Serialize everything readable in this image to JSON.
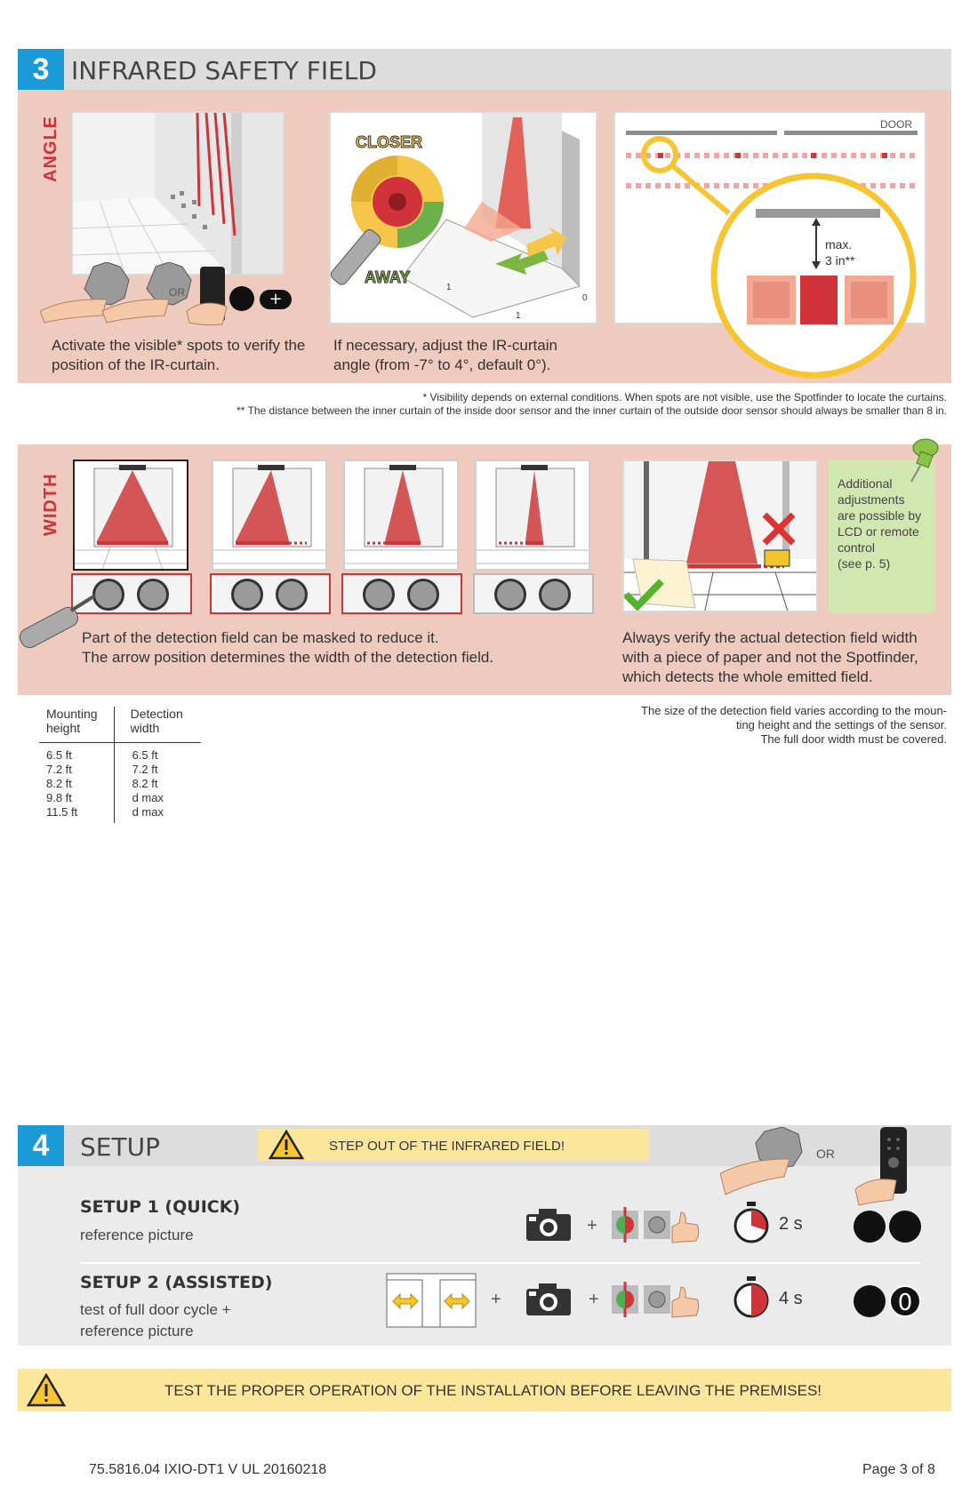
{
  "section3": {
    "number": "3",
    "title": "INFRARED SAFETY FIELD",
    "angle": {
      "label": "ANGLE",
      "or_label": "OR",
      "caption1": [
        "Activate the visible* spots to verify the",
        "position of the IR-curtain."
      ],
      "caption2": [
        "If necessary, adjust the IR-curtain",
        "angle (from -7° to 4°, default 0°)."
      ],
      "closer_label": "CLOSER",
      "away_label": "AWAY",
      "door_label": "DOOR",
      "max_label": "max.",
      "max_value": "3 in**",
      "axis_labels": [
        "1",
        "1",
        "0"
      ]
    },
    "notes": [
      "* Visibility depends on external conditions. When spots are not visible, use the Spotfinder to locate the curtains.",
      "** The distance between the inner curtain of the inside door sensor and the inner curtain of the outside door sensor should always be smaller than 8 in."
    ],
    "width": {
      "label": "WIDTH",
      "caption1": [
        "Part of the detection field can be masked to reduce it.",
        "The arrow position determines the width of the detection field."
      ],
      "caption2": [
        "Always verify the actual detection field width",
        "with a piece of paper and not the Spotfinder,",
        "which detects the whole emitted field."
      ],
      "green_note": [
        "Additional",
        "adjustments",
        "are possible by",
        "LCD or remote",
        "control",
        "(see p. 5)"
      ],
      "size_note": [
        "The size of the detection field varies according to the moun-",
        "ting height and the settings of the sensor.",
        "The full door width must be covered."
      ]
    },
    "table": {
      "col1_header": [
        "Mounting",
        "height"
      ],
      "col2_header": [
        "Detection",
        "width"
      ],
      "heights": [
        "6.5 ft",
        "7.2 ft",
        "8.2 ft",
        "9.8 ft",
        "11.5 ft"
      ],
      "widths": [
        "6.5 ft",
        "7.2 ft",
        "8.2 ft",
        "d max",
        "d max"
      ]
    }
  },
  "section4": {
    "number": "4",
    "title": "SETUP",
    "warning": "STEP OUT OF THE INFRARED FIELD!",
    "or_label": "OR",
    "setup1": {
      "title": "SETUP 1 (QUICK)",
      "sub": [
        "reference picture"
      ],
      "time": "2 s"
    },
    "setup2": {
      "title": "SETUP 2 (ASSISTED)",
      "sub": [
        "test of full door cycle +",
        "reference picture"
      ],
      "time": "4 s",
      "button0": "0"
    },
    "plus": "+"
  },
  "bottom_warning": "TEST THE PROPER OPERATION OF THE INSTALLATION BEFORE LEAVING THE PREMISES!",
  "footer": {
    "doc_id": "75.5816.04 IXIO-DT1 V UL 20160218",
    "page": "Page 3 of 8"
  },
  "colors": {
    "accent_blue": "#1a9ad6",
    "red": "#d0343a",
    "pink_bg": "#efcbbf",
    "yellow": "#fce69b",
    "green_note": "#d2e6b0"
  }
}
